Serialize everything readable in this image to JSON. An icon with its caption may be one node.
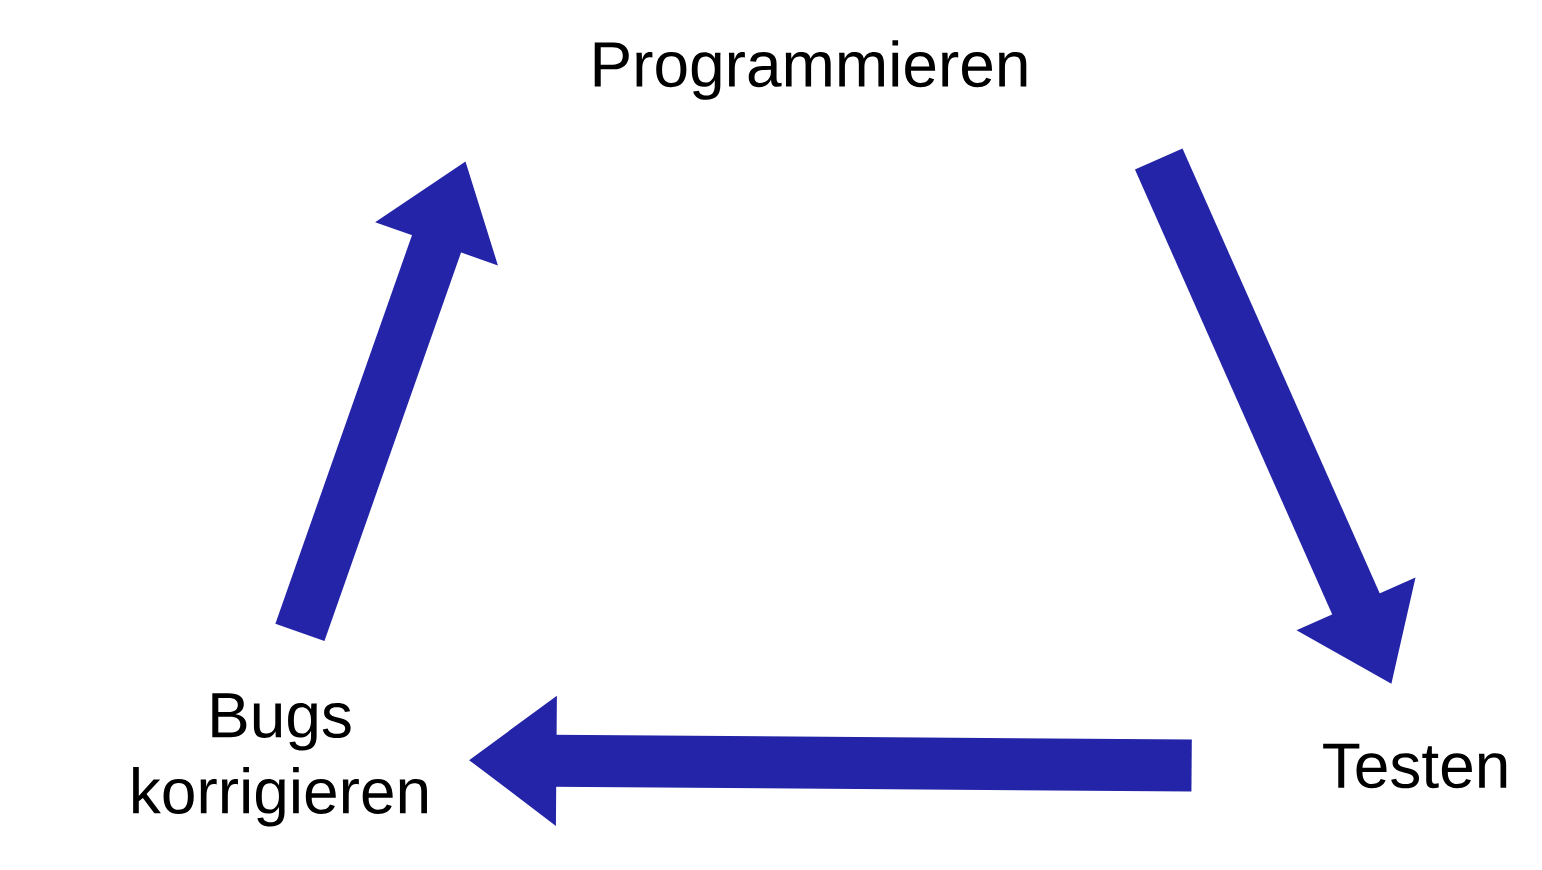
{
  "diagram": {
    "nodes": [
      {
        "text": [
          "Programmieren"
        ]
      },
      {
        "text": [
          "Testen"
        ]
      },
      {
        "text": [
          "Bugs korrigieren"
        ]
      }
    ],
    "edges": [
      {
        "from": 0,
        "to": 1,
        "arrow": "to"
      },
      {
        "from": 1,
        "to": 2,
        "arrow": "to"
      },
      {
        "from": 2,
        "to": 0,
        "arrow": "to"
      }
    ]
  }
}
